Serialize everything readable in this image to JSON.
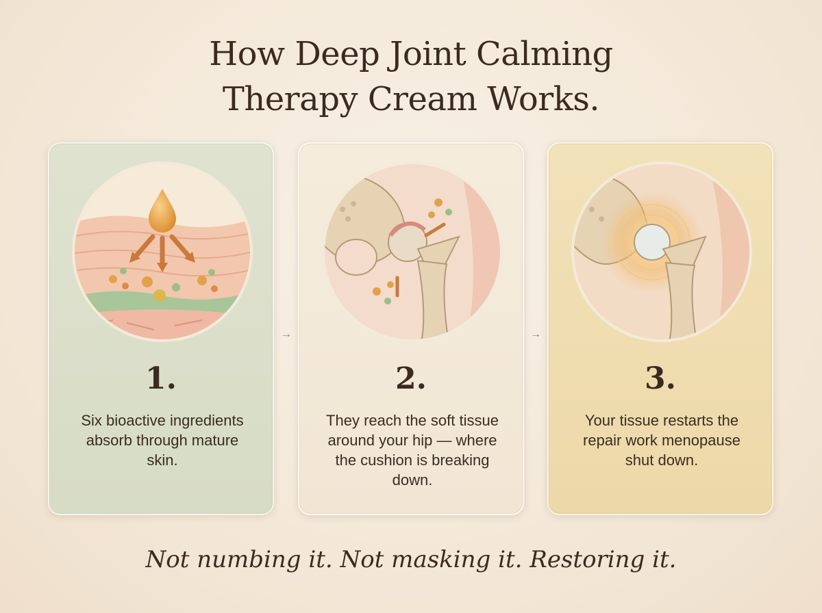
{
  "title": {
    "line1": "How Deep Joint Calming",
    "line2": "Therapy Cream Works."
  },
  "steps": [
    {
      "number": "1.",
      "description": "Six bioactive ingredients absorb through mature skin.",
      "illustration": "skin-absorption-droplet"
    },
    {
      "number": "2.",
      "description": "They reach the soft tissue around your hip — where the cushion is breaking down.",
      "illustration": "hip-joint-tissue"
    },
    {
      "number": "3.",
      "description": "Your tissue restarts the repair work menopause shut down.",
      "illustration": "hip-joint-glow"
    }
  ],
  "arrows": [
    "→",
    "→"
  ],
  "tagline": "Not numbing it. Not masking it. Restoring it.",
  "colors": {
    "text": "#3b2a1f",
    "card1": "#dbdfc9",
    "card2": "#f3e9d8",
    "card3": "#efdcae",
    "accent_orange": "#d98a3a"
  }
}
